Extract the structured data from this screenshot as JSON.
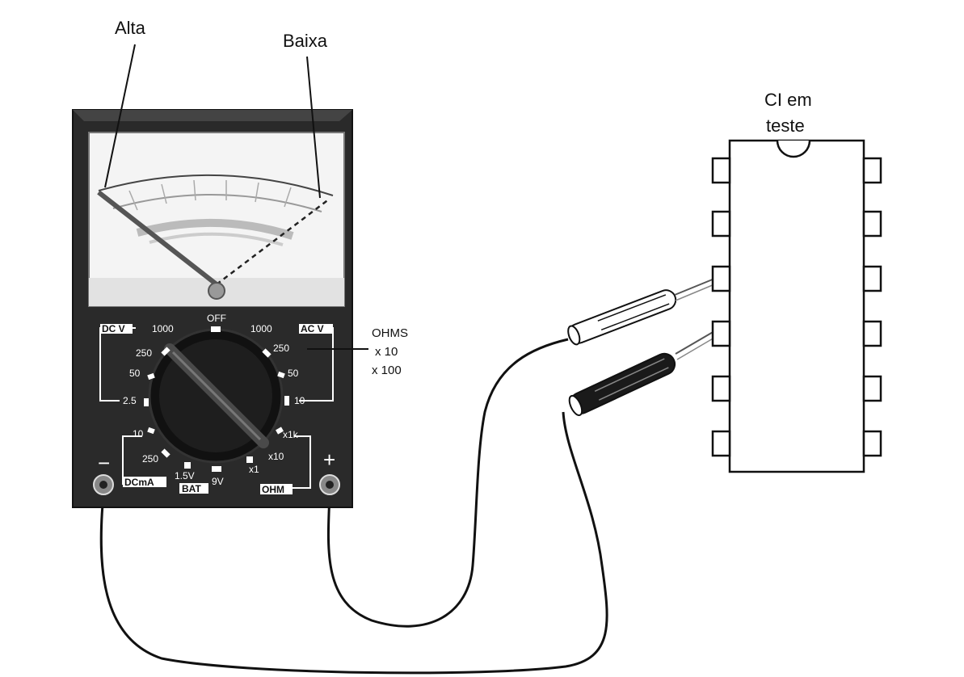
{
  "labels": {
    "high": "Alta",
    "low": "Baixa",
    "ic_line1": "CI em",
    "ic_line2": "teste",
    "ohms_line1": "OHMS",
    "ohms_line2": "x 10",
    "ohms_line3": "x 100",
    "minus": "−",
    "plus": "+"
  },
  "dial": {
    "off": "OFF",
    "dcv": "DC V",
    "acv": "AC V",
    "dcma": "DCmA",
    "bat": "BAT",
    "ohm": "OHM",
    "dcv_1000": "1000",
    "dcv_250": "250",
    "dcv_50": "50",
    "dcv_2_5": "2.5",
    "acv_1000": "1000",
    "acv_250": "250",
    "acv_50": "50",
    "acv_10": "10",
    "ma_10": "10",
    "ma_250": "250",
    "bat_1_5v": "1.5V",
    "bat_9v": "9V",
    "ohm_x1": "x1",
    "ohm_x10": "x10",
    "ohm_x1k": "x1k"
  }
}
